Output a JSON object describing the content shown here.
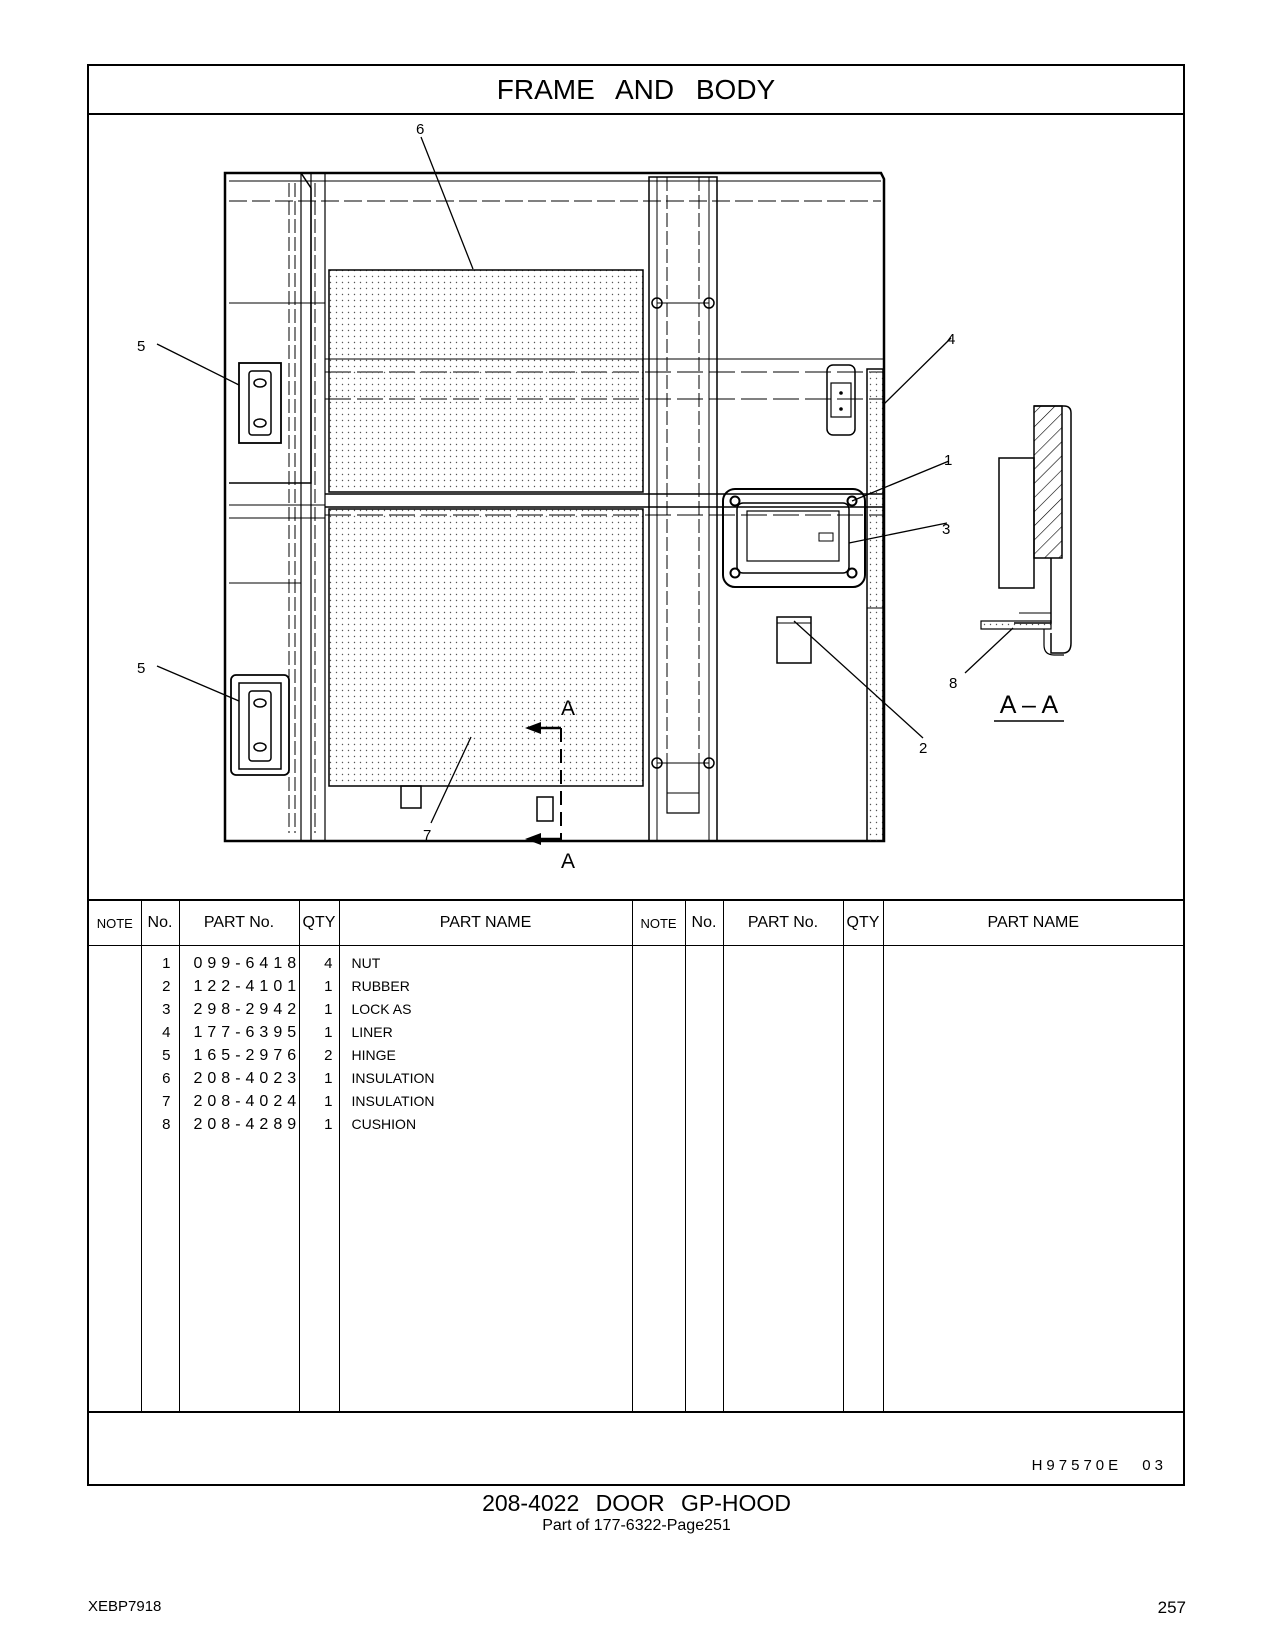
{
  "header": {
    "title": "FRAME   AND   BODY"
  },
  "drawing": {
    "callouts": [
      "1",
      "2",
      "3",
      "4",
      "5",
      "5",
      "6",
      "7",
      "8"
    ],
    "section_marks": [
      "A",
      "A"
    ],
    "section_view_label": "A – A"
  },
  "parts_table": {
    "headers": [
      "NOTE",
      "No.",
      "PART No.",
      "QTY",
      "PART NAME",
      "NOTE",
      "No.",
      "PART No.",
      "QTY",
      "PART NAME"
    ],
    "rows": [
      {
        "no": "1",
        "part_no": "099-6418",
        "qty": "4",
        "name": "NUT"
      },
      {
        "no": "2",
        "part_no": "122-4101",
        "qty": "1",
        "name": "RUBBER"
      },
      {
        "no": "3",
        "part_no": "298-2942",
        "qty": "1",
        "name": "LOCK  AS"
      },
      {
        "no": "4",
        "part_no": "177-6395",
        "qty": "1",
        "name": "LINER"
      },
      {
        "no": "5",
        "part_no": "165-2976",
        "qty": "2",
        "name": "HINGE"
      },
      {
        "no": "6",
        "part_no": "208-4023",
        "qty": "1",
        "name": "INSULATION"
      },
      {
        "no": "7",
        "part_no": "208-4024",
        "qty": "1",
        "name": "INSULATION"
      },
      {
        "no": "8",
        "part_no": "208-4289",
        "qty": "1",
        "name": "CUSHION"
      }
    ]
  },
  "drawing_code": "H97570E   03",
  "caption": {
    "main": "208-4022   DOOR  GP-HOOD",
    "sub": "Part of 177-6322-Page251"
  },
  "footer": {
    "doc_id": "XEBP7918",
    "page_number": "257"
  }
}
